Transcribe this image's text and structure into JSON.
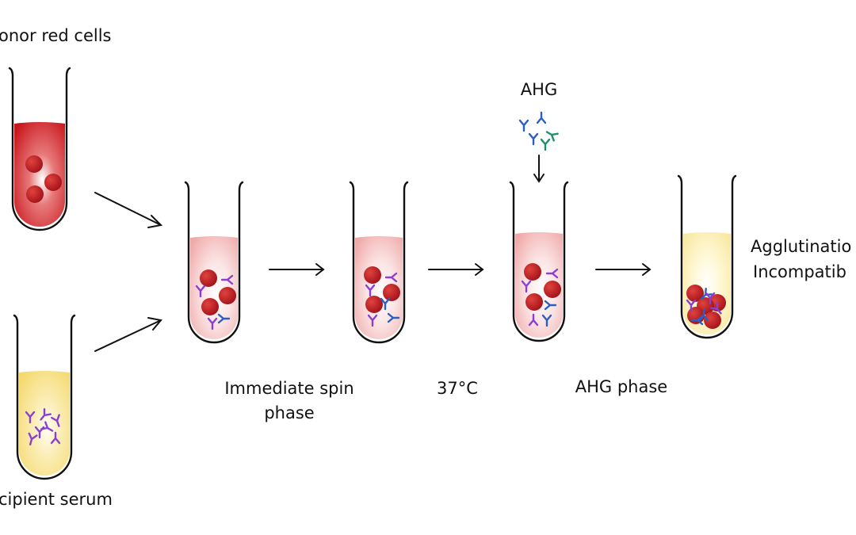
{
  "labels": {
    "donor_red_cells": "onor red cells",
    "recipient_serum": "cipient serum",
    "ahg_reagent": "AHG",
    "immediate_spin_line1": "Immediate spin",
    "immediate_spin_line2": "phase",
    "incubation_temp": "37°C",
    "ahg_phase": "AHG phase",
    "result_line1": "Agglutinatio",
    "result_line2": "Incompatib"
  },
  "colors": {
    "red_cell": "#c41a1a",
    "donor_blood": "#c8141b",
    "serum_yellow": "#f6df86",
    "mixture_pink": "#f2b9b9",
    "antibody_purple": "#8a3fd1",
    "antibody_blue": "#2a5fc4",
    "ahg_green": "#1d8f6a"
  },
  "icons": {
    "red_cell": "red-blood-cell-icon",
    "antibody": "antibody-y-icon",
    "ahg_antibody": "ahg-antibody-icon"
  }
}
